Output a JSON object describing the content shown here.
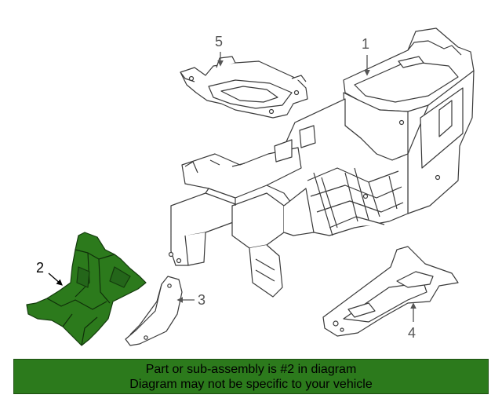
{
  "diagram": {
    "highlight_color": "#2c7a1c",
    "outline_color": "#3a3a3a",
    "callout_color": "#555555",
    "highlighted_part": "2",
    "callouts": [
      {
        "id": "1",
        "label": "1"
      },
      {
        "id": "2",
        "label": "2"
      },
      {
        "id": "3",
        "label": "3"
      },
      {
        "id": "4",
        "label": "4"
      },
      {
        "id": "5",
        "label": "5"
      }
    ]
  },
  "banner": {
    "background": "#2c7a1c",
    "line1": "Part or sub-assembly is #2 in diagram",
    "line2": "Diagram may not be specific to your vehicle"
  }
}
